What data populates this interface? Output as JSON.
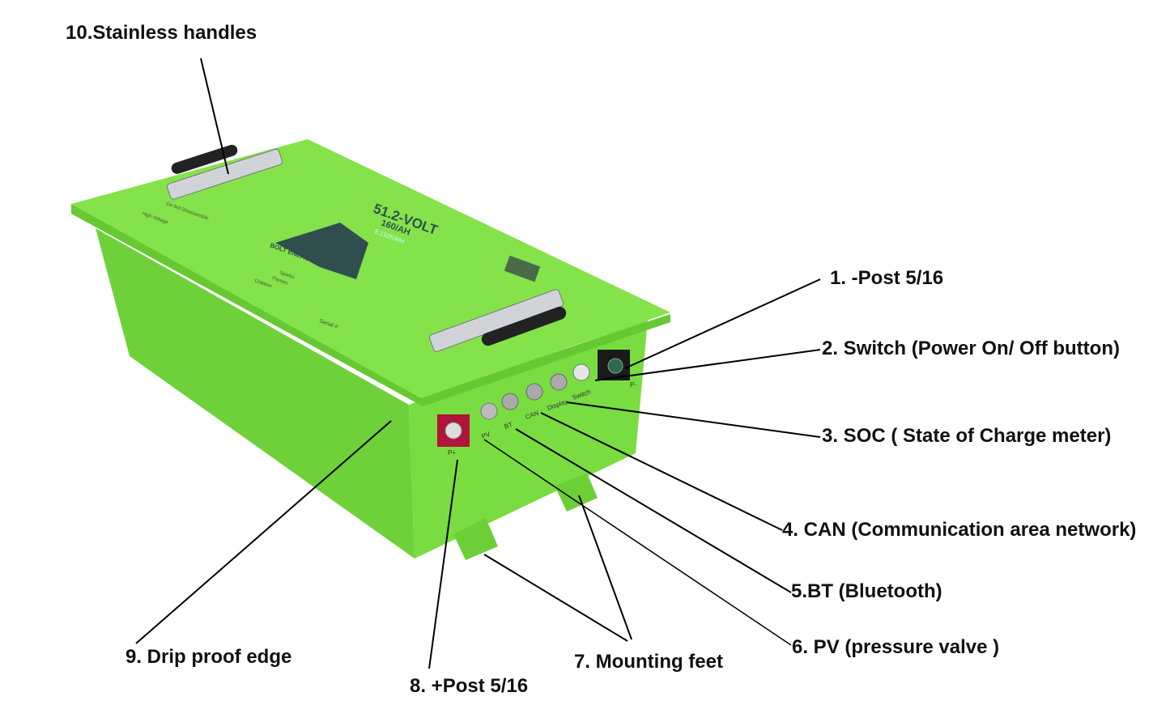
{
  "callouts": {
    "c1": "1. -Post 5/16",
    "c2": "2. Switch (Power On/ Off button)",
    "c3": "3. SOC ( State of Charge meter)",
    "c4": "4. CAN (Communication area network)",
    "c5": "5.BT (Bluetooth)",
    "c6": "6. PV (pressure valve )",
    "c7": "7. Mounting feet",
    "c8": "8. +Post 5/16",
    "c9": "9. Drip proof edge",
    "c10": "10.Stainless handles"
  },
  "battery": {
    "voltage": "51.2-VOLT",
    "capacity": "160/AH",
    "energy": "8.192KWH",
    "brand": "BOLT ENERGY USA",
    "serial_label": "Serial #",
    "warnings": [
      "Do Not Disassemble",
      "High Voltage",
      "Sparks",
      "Flames",
      "Children"
    ],
    "ports": {
      "p_plus": "P+",
      "pv": "PV",
      "bt": "BT",
      "can": "CAN",
      "display": "Display",
      "switch": "Switch",
      "p_minus": "P-"
    }
  },
  "colors": {
    "battery_green": "#7ee043",
    "terminal_red": "#b0143a",
    "terminal_black": "#1a1a1a"
  }
}
